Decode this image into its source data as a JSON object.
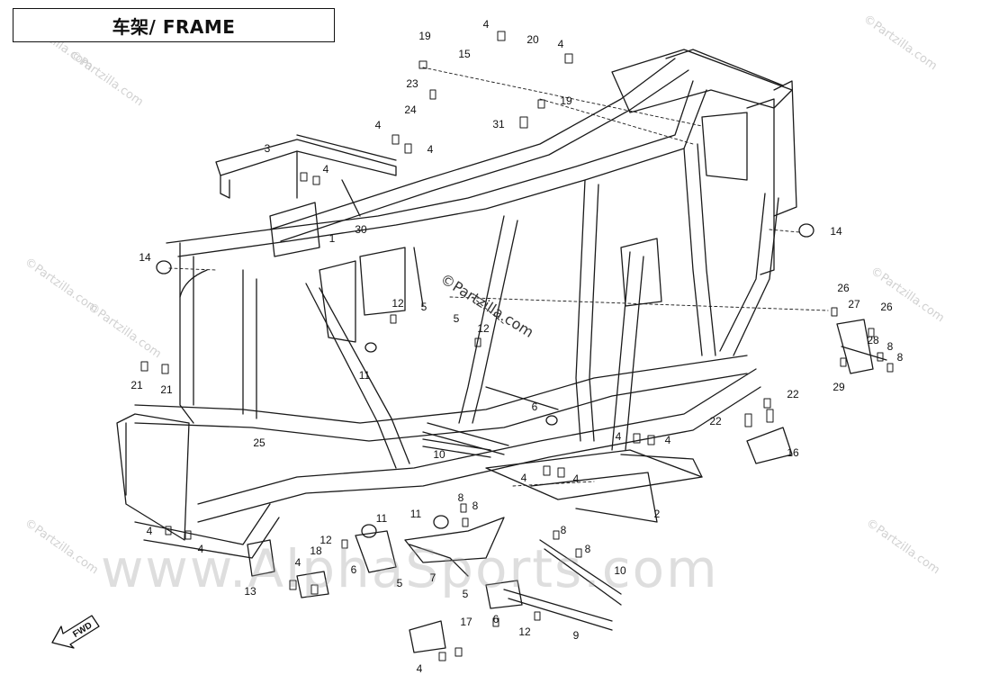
{
  "title": "车架/ FRAME",
  "watermarks": {
    "corner": "©Partzilla.com",
    "center": "©Partzilla.com",
    "banner": "www.AlphaSports.com"
  },
  "fwd_label": "FWD",
  "callouts": [
    {
      "id": "c4a",
      "text": "4"
    },
    {
      "id": "c20",
      "text": "20"
    },
    {
      "id": "c4b",
      "text": "4"
    },
    {
      "id": "c19a",
      "text": "19"
    },
    {
      "id": "c15",
      "text": "15"
    },
    {
      "id": "c23",
      "text": "23"
    },
    {
      "id": "c19b",
      "text": "19"
    },
    {
      "id": "c24",
      "text": "24"
    },
    {
      "id": "c31",
      "text": "31"
    },
    {
      "id": "c4c",
      "text": "4"
    },
    {
      "id": "c4d",
      "text": "4"
    },
    {
      "id": "c3",
      "text": "3"
    },
    {
      "id": "c4e",
      "text": "4"
    },
    {
      "id": "c30",
      "text": "30"
    },
    {
      "id": "c1",
      "text": "1"
    },
    {
      "id": "c14a",
      "text": "14"
    },
    {
      "id": "c14b",
      "text": "14"
    },
    {
      "id": "c12a",
      "text": "12"
    },
    {
      "id": "c5a",
      "text": "5"
    },
    {
      "id": "c5b",
      "text": "5"
    },
    {
      "id": "c12b",
      "text": "12"
    },
    {
      "id": "c11a",
      "text": "11"
    },
    {
      "id": "c26a",
      "text": "26"
    },
    {
      "id": "c27",
      "text": "27"
    },
    {
      "id": "c26b",
      "text": "26"
    },
    {
      "id": "c28",
      "text": "28"
    },
    {
      "id": "c8a",
      "text": "8"
    },
    {
      "id": "c8b",
      "text": "8"
    },
    {
      "id": "c29",
      "text": "29"
    },
    {
      "id": "c21a",
      "text": "21"
    },
    {
      "id": "c21b",
      "text": "21"
    },
    {
      "id": "c6a",
      "text": "6"
    },
    {
      "id": "c22a",
      "text": "22"
    },
    {
      "id": "c22b",
      "text": "22"
    },
    {
      "id": "c25",
      "text": "25"
    },
    {
      "id": "c16",
      "text": "16"
    },
    {
      "id": "c4f",
      "text": "4"
    },
    {
      "id": "c4g",
      "text": "4"
    },
    {
      "id": "c10a",
      "text": "10"
    },
    {
      "id": "c4h",
      "text": "4"
    },
    {
      "id": "c4i",
      "text": "4"
    },
    {
      "id": "c2",
      "text": "2"
    },
    {
      "id": "c8c",
      "text": "8"
    },
    {
      "id": "c11b",
      "text": "11"
    },
    {
      "id": "c8d",
      "text": "8"
    },
    {
      "id": "c11c",
      "text": "11"
    },
    {
      "id": "c8e",
      "text": "8"
    },
    {
      "id": "c4j",
      "text": "4"
    },
    {
      "id": "c4k",
      "text": "4"
    },
    {
      "id": "c12c",
      "text": "12"
    },
    {
      "id": "c18",
      "text": "18"
    },
    {
      "id": "c8f",
      "text": "8"
    },
    {
      "id": "c4l",
      "text": "4"
    },
    {
      "id": "c6b",
      "text": "6"
    },
    {
      "id": "c5c",
      "text": "5"
    },
    {
      "id": "c7",
      "text": "7"
    },
    {
      "id": "c10b",
      "text": "10"
    },
    {
      "id": "c13",
      "text": "13"
    },
    {
      "id": "c5d",
      "text": "5"
    },
    {
      "id": "c9",
      "text": "9"
    },
    {
      "id": "c17",
      "text": "17"
    },
    {
      "id": "c6c",
      "text": "6"
    },
    {
      "id": "c12d",
      "text": "12"
    },
    {
      "id": "c4m",
      "text": "4"
    }
  ]
}
